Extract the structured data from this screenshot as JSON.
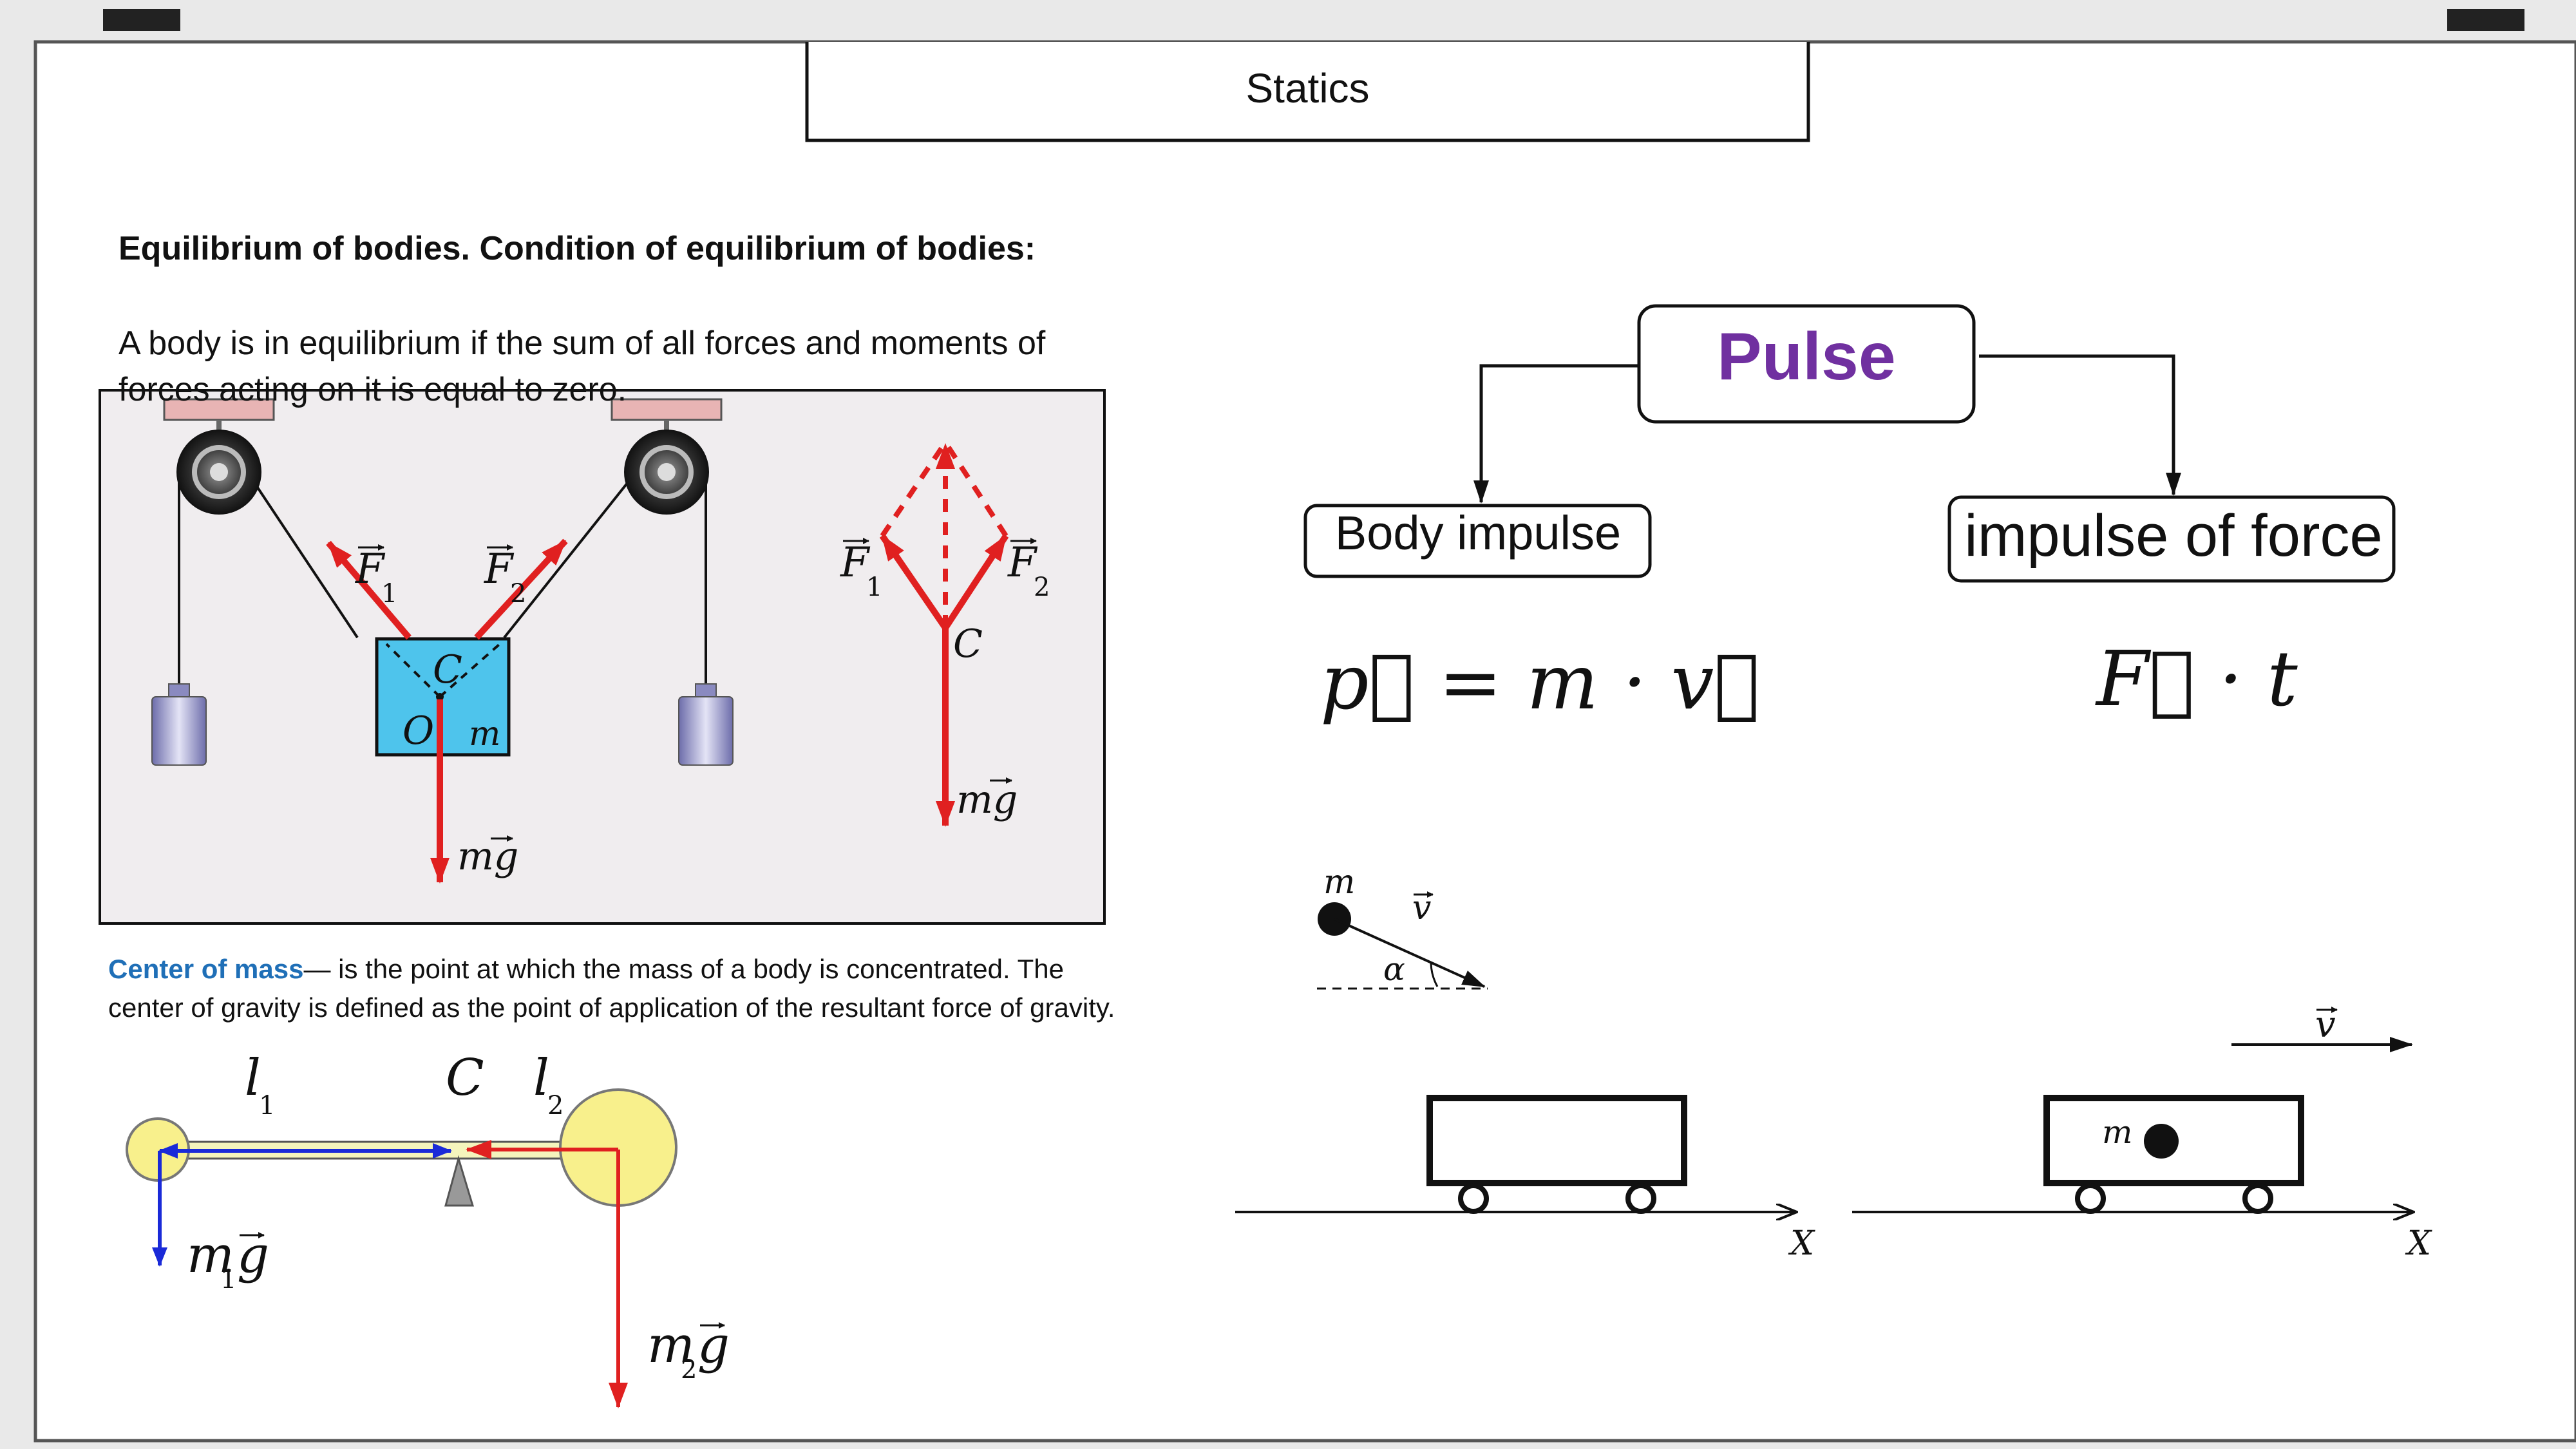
{
  "slide": {
    "title": "Statics",
    "heading": "Equilibrium of bodies. Condition of equilibrium of bodies:",
    "body": "A body is in equilibrium if the sum of all forces and moments of forces acting on it is equal to zero.",
    "center_of_mass_term": "Center of mass",
    "center_of_mass_text": "— is the point at which the mass of a body is concentrated. The center of gravity is defined as the point of application of the resultant force of gravity."
  },
  "pulse_diagram": {
    "root": "Pulse",
    "left_branch": "Body impulse",
    "right_branch": "impulse of force",
    "left_formula": "p⃗ = m · v⃗",
    "right_formula": "F⃗ · t"
  },
  "pulley_figure": {
    "f1": "F",
    "f1_sub": "1",
    "f2": "F",
    "f2_sub": "2",
    "point_c": "C",
    "point_o": "O",
    "mass": "m",
    "weight": "mg",
    "weight_right": "mg"
  },
  "lever_figure": {
    "l1": "l",
    "l1_sub": "1",
    "l2": "l",
    "l2_sub": "2",
    "pivot": "C",
    "w1": "m",
    "w1_sub": "1",
    "w1_g": "g",
    "w2": "m",
    "w2_sub": "2",
    "w2_g": "g"
  },
  "collision_figure": {
    "ball_mass": "m",
    "ball_velocity": "v",
    "angle": "α",
    "axis_1": "X",
    "axis_2": "X",
    "cart_velocity": "v",
    "cart_mass": "m"
  },
  "colors": {
    "purple": "#7030a0",
    "blue_text": "#1f6fb7",
    "force_red": "#e02020",
    "block_blue": "#4ec4ec"
  }
}
